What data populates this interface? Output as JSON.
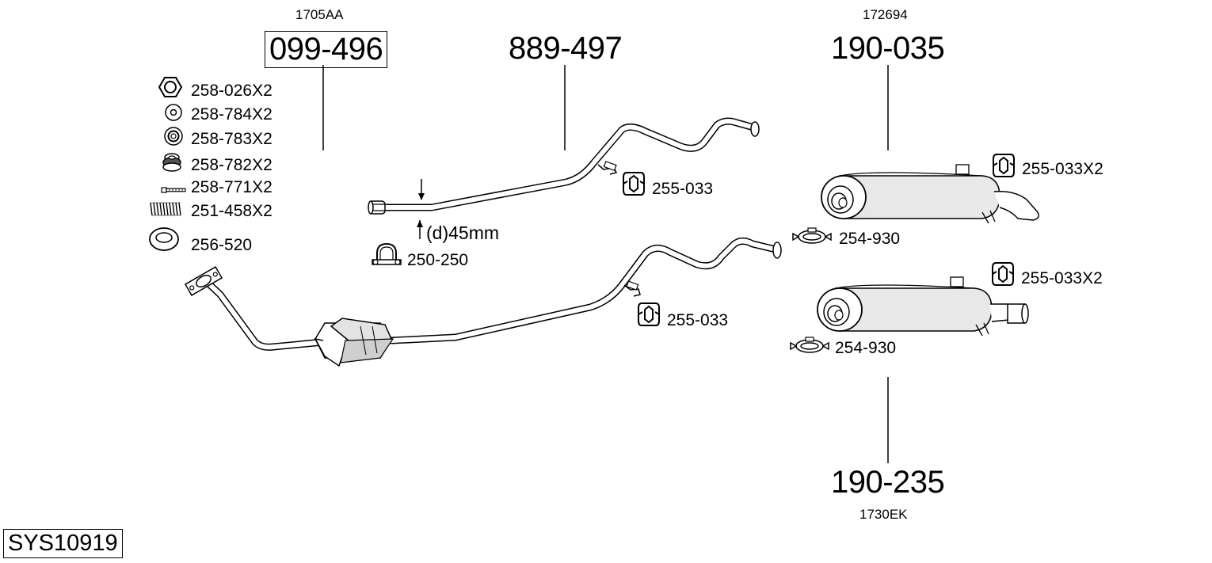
{
  "system_code": "SYS10919",
  "parts": {
    "front_pipe": {
      "number": "099-496",
      "oem": "1705AA"
    },
    "middle_pipe": {
      "number": "889-497"
    },
    "rear_silencer_top": {
      "number": "190-035",
      "oem": "172694"
    },
    "rear_silencer_bottom": {
      "number": "190-235",
      "oem": "1730EK"
    }
  },
  "fittings": [
    {
      "icon": "nut-icon",
      "label": "258-026X2"
    },
    {
      "icon": "washer-icon",
      "label": "258-784X2"
    },
    {
      "icon": "spring-washer-icon",
      "label": "258-783X2"
    },
    {
      "icon": "bush-icon",
      "label": "258-782X2"
    },
    {
      "icon": "bolt-icon",
      "label": "258-771X2"
    },
    {
      "icon": "spring-icon",
      "label": "251-458X2"
    },
    {
      "icon": "gasket-ring-icon",
      "label": "256-520"
    }
  ],
  "accessories": {
    "clamp_250": "250-250",
    "diameter_note": "(d)45mm",
    "rubber_mount_middle_pipe": "255-033",
    "rubber_mount_front_pipe": "255-033",
    "rubber_mount_silencer_top": "255-033X2",
    "rubber_mount_silencer_bottom": "255-033X2",
    "clamp_silencer_top": "254-930",
    "clamp_silencer_bottom": "254-930"
  }
}
